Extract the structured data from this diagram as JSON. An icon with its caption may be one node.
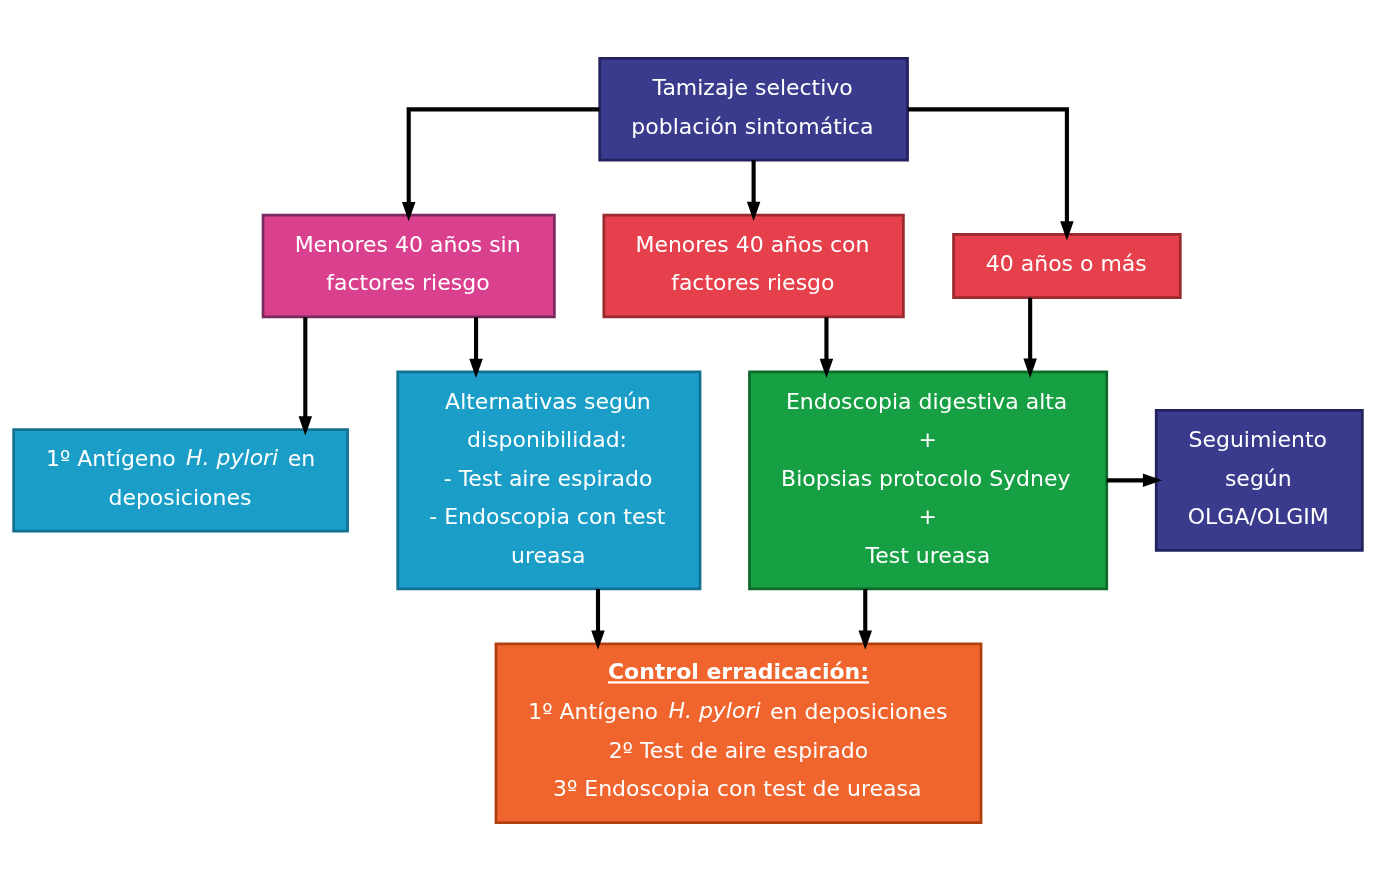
{
  "diagram": {
    "nodes": [
      {
        "text": [
          "Tamizaje selectivo población sintomática"
        ]
      },
      {
        "text": [
          "Menores 40 años sin factores riesgo"
        ]
      },
      {
        "text": [
          "Menores 40 años con factores riesgo"
        ]
      },
      {
        "text": [
          "40 años o más"
        ]
      },
      {
        "text": [
          "1º Antígeno *H. pylori* en deposiciones"
        ]
      },
      {
        "text": [
          "Alternativas según disponibilidad:",
          "- Test aire espirado",
          "- Endoscopia con test ureasa"
        ]
      },
      {
        "text": [
          "Endoscopia digestiva alta",
          "+",
          "Biopsias protocolo Sydney",
          "+",
          "Test ureasa"
        ]
      },
      {
        "text": [
          "Seguimiento según OLGA/OLGIM"
        ]
      },
      {
        "text": [
          "Control erradicación:",
          "1º Antígeno *H. pylori* en deposiciones",
          "2º Test de aire espirado",
          "3º Endoscopia con test de ureasa"
        ]
      }
    ],
    "edges": [
      {
        "from": 0,
        "to": 1,
        "arrow": "to"
      },
      {
        "from": 0,
        "to": 2,
        "arrow": "to"
      },
      {
        "from": 0,
        "to": 3,
        "arrow": "to"
      },
      {
        "from": 1,
        "to": 4,
        "arrow": "to"
      },
      {
        "from": 1,
        "to": 5,
        "arrow": "to"
      },
      {
        "from": 2,
        "to": 6,
        "arrow": "to"
      },
      {
        "from": 3,
        "to": 6,
        "arrow": "to"
      },
      {
        "from": 6,
        "to": 7,
        "arrow": "to"
      },
      {
        "from": 5,
        "to": 8,
        "arrow": "to"
      },
      {
        "from": 6,
        "to": 8,
        "arrow": "to"
      }
    ]
  }
}
